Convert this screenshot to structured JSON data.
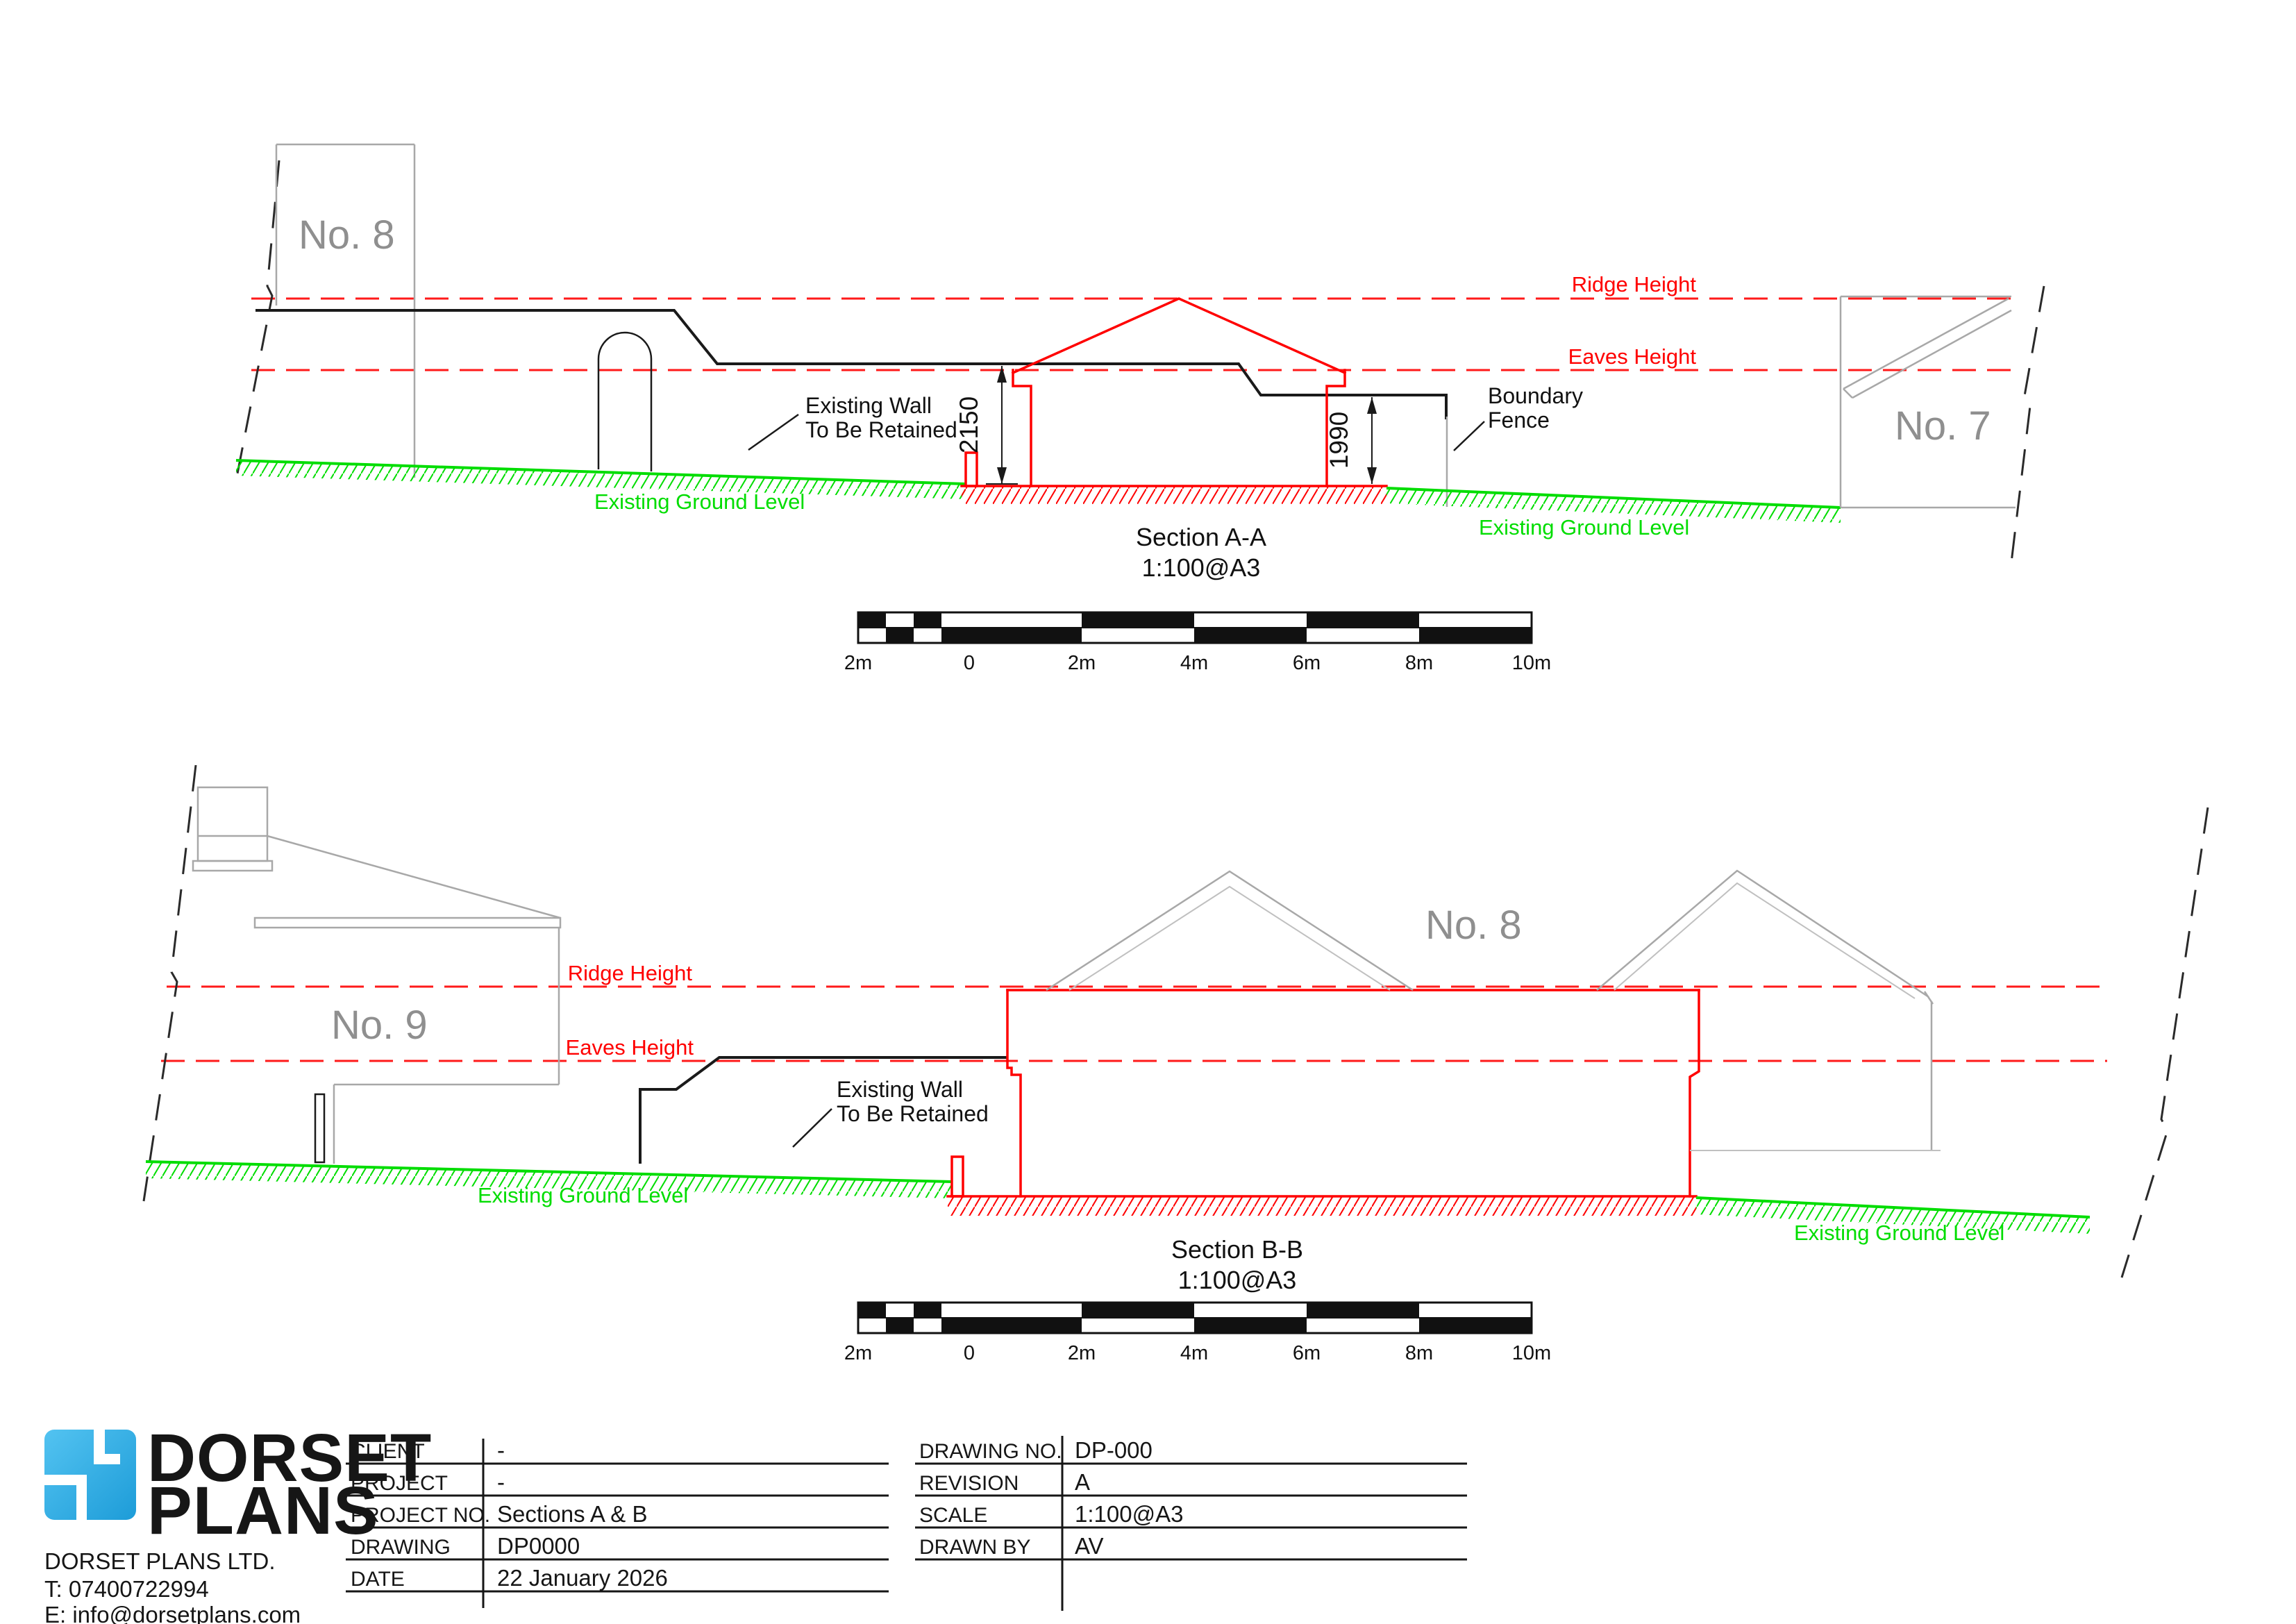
{
  "section_a": {
    "title": "Section A-A",
    "scale_note": "1:100@A3",
    "labels": {
      "ridge": "Ridge Height",
      "eaves": "Eaves Height",
      "ground_left": "Existing Ground Level",
      "ground_right": "Existing Ground Level",
      "wall_line1": "Existing Wall",
      "wall_line2": "To Be Retained",
      "fence_line1": "Boundary",
      "fence_line2": "Fence",
      "neighbour_left": "No. 8",
      "neighbour_right": "No. 7"
    },
    "dims": {
      "left_wall_height": "2150",
      "right_wall_height": "1990"
    },
    "scalebar": [
      "2m",
      "0",
      "2m",
      "4m",
      "6m",
      "8m",
      "10m"
    ]
  },
  "section_b": {
    "title": "Section B-B",
    "scale_note": "1:100@A3",
    "labels": {
      "ridge": "Ridge Height",
      "eaves": "Eaves Height",
      "ground_left": "Existing Ground Level",
      "ground_right": "Existing Ground Level",
      "wall_line1": "Existing Wall",
      "wall_line2": "To Be Retained",
      "neighbour_left": "No. 9",
      "neighbour_center": "No. 8"
    },
    "scalebar": [
      "2m",
      "0",
      "2m",
      "4m",
      "6m",
      "8m",
      "10m"
    ]
  },
  "title_block": {
    "logo_word1": "DORSET",
    "logo_word2": "PLANS",
    "company": "DORSET PLANS LTD.",
    "phone": "T: 07400722994",
    "email": "E: info@dorsetplans.com",
    "left_table": {
      "rows": [
        {
          "label": "CLIENT",
          "value": "-"
        },
        {
          "label": "PROJECT",
          "value": "-"
        },
        {
          "label": "PROJECT NO.",
          "value": "Sections A & B"
        },
        {
          "label": "DRAWING",
          "value": "DP0000"
        },
        {
          "label": "DATE",
          "value": "22 January 2026"
        }
      ]
    },
    "right_table": {
      "rows": [
        {
          "label": "DRAWING NO.",
          "value": "DP-000"
        },
        {
          "label": "REVISION",
          "value": "A"
        },
        {
          "label": "SCALE",
          "value": "1:100@A3"
        },
        {
          "label": "DRAWN BY",
          "value": "AV"
        }
      ]
    },
    "accent_color": "#29abe2"
  }
}
